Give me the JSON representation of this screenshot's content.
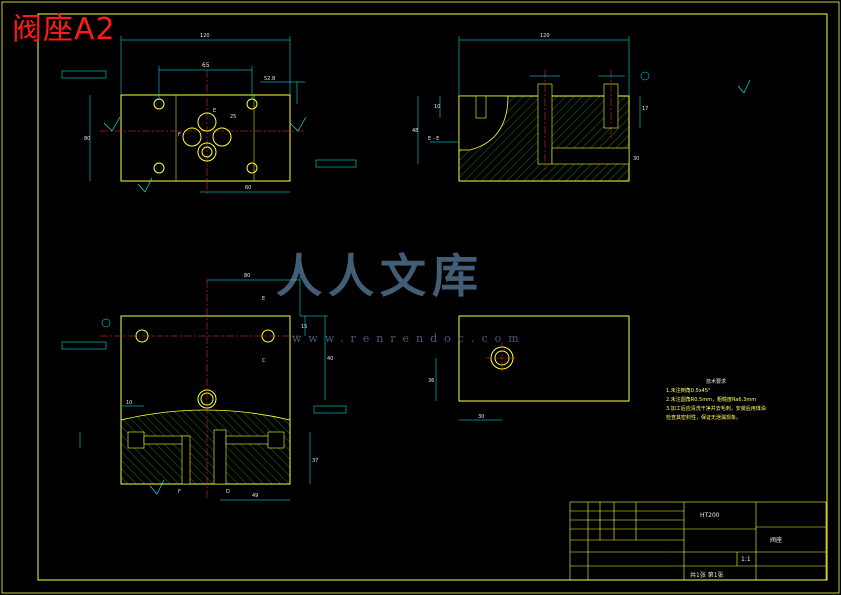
{
  "drawing": {
    "title": "阀座A2",
    "colors": {
      "frame": "#ffff33",
      "outline": "#ffff33",
      "dimension": "#00ffff",
      "center": "#ff3030",
      "hatch": "#33cc33",
      "title": "#ff1a1a",
      "text": "#e8e8e8"
    }
  },
  "views": {
    "top": {
      "dims": [
        "65",
        "120",
        "80",
        "60",
        "52.8",
        "25"
      ],
      "labels": [
        "E",
        "F"
      ]
    },
    "section": {
      "dims": [
        "120",
        "48",
        "10",
        "17",
        "30"
      ],
      "labels": [
        "E - E"
      ]
    },
    "bottom": {
      "dims": [
        "80",
        "40",
        "15",
        "37",
        "49",
        "10"
      ],
      "labels": [
        "E",
        "F",
        "C",
        "D"
      ]
    },
    "side": {
      "dims": [
        "30",
        "36"
      ]
    }
  },
  "notes": {
    "heading": "技术要求",
    "lines": [
      "1.未注倒角0.5x45°",
      "2.未注圆角R0.5mm，粗糙度Ra6.3mm",
      "3.加工后应清洗干净并去毛刺，安装后用煤油",
      "检查其密封性，保证无泄漏现象。"
    ]
  },
  "title_block": {
    "name": "阀座",
    "scale": "1:1",
    "sheet": "共1张  第1张",
    "material": "HT200"
  },
  "watermark": {
    "brand": "人人文库",
    "url": "www.renrendoc.com"
  }
}
